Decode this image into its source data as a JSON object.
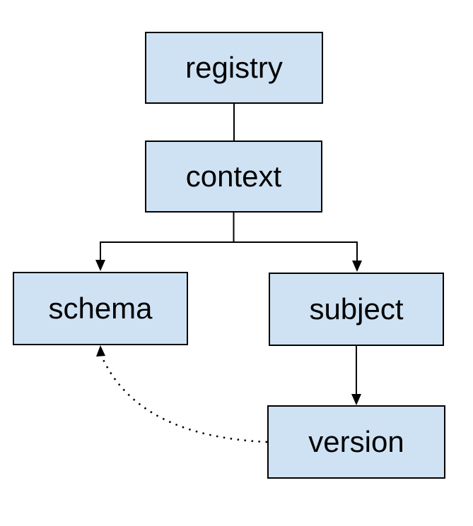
{
  "diagram": {
    "nodes": {
      "registry": {
        "label": "registry"
      },
      "context": {
        "label": "context"
      },
      "schema": {
        "label": "schema"
      },
      "subject": {
        "label": "subject"
      },
      "version": {
        "label": "version"
      }
    },
    "edges": [
      {
        "from": "registry",
        "to": "context",
        "style": "solid",
        "arrow": "none"
      },
      {
        "from": "context",
        "to": "schema",
        "style": "solid",
        "arrow": "filled-triangle"
      },
      {
        "from": "context",
        "to": "subject",
        "style": "solid",
        "arrow": "filled-triangle"
      },
      {
        "from": "subject",
        "to": "version",
        "style": "solid",
        "arrow": "filled-triangle"
      },
      {
        "from": "version",
        "to": "schema",
        "style": "dotted",
        "arrow": "filled-triangle"
      }
    ],
    "colors": {
      "background": "#ffffff",
      "node_fill": "#cfe2f3",
      "node_border": "#000000",
      "connector": "#000000",
      "text": "#000000"
    }
  }
}
